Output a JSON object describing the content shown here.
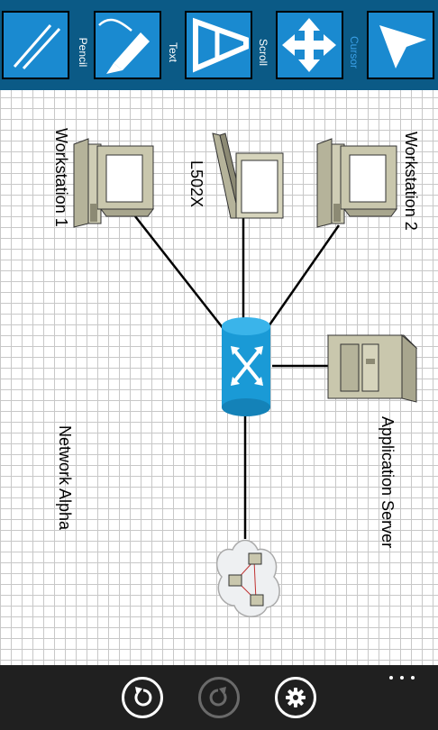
{
  "toolbar": {
    "tools": [
      {
        "id": "draw",
        "label": ""
      },
      {
        "id": "pencil",
        "label": "Pencil"
      },
      {
        "id": "text",
        "label": "Text"
      },
      {
        "id": "scroll",
        "label": "Scroll"
      },
      {
        "id": "cursor",
        "label": "Cursor"
      }
    ],
    "active_label_color": "#3aa0e8",
    "label_color": "#ffffff",
    "accent": "#1a8ad0",
    "bar_color": "#0b5a86"
  },
  "diagram": {
    "title": "Network Alpha",
    "nodes": {
      "workstation1": "Workstation 1",
      "laptop": "L502X",
      "workstation2": "Workstation 2",
      "server": "Application Server"
    },
    "icons": {
      "router": "router-icon",
      "cloud": "network-cloud-icon"
    }
  },
  "appbar": {
    "undo": "undo-icon",
    "redo": "redo-icon",
    "settings": "gear-icon",
    "more": "ellipsis-icon"
  }
}
